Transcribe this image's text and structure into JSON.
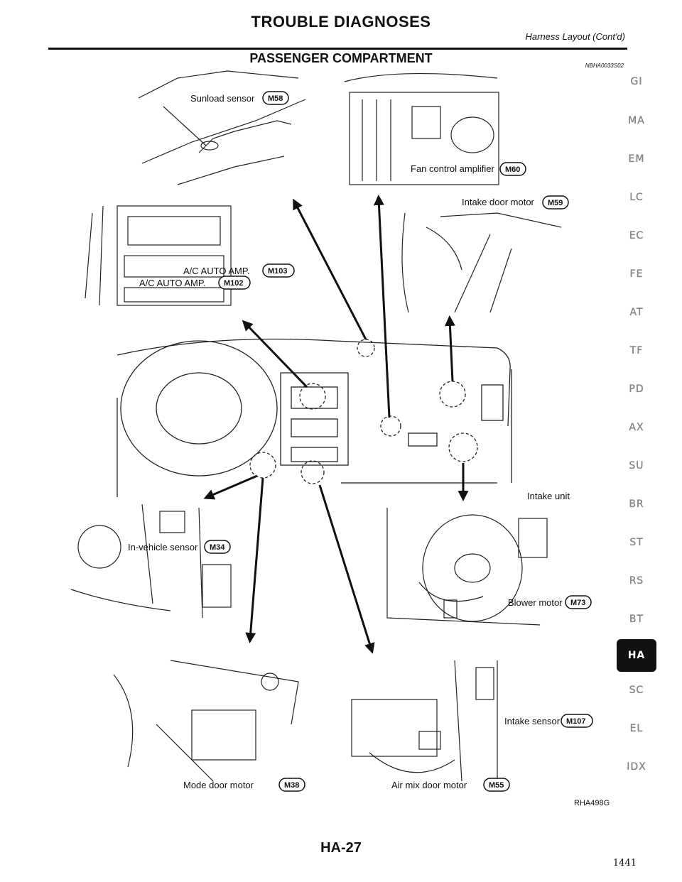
{
  "header": {
    "title": "TROUBLE DIAGNOSES",
    "subtitle": "Harness Layout (Cont'd)"
  },
  "section": {
    "title": "PASSENGER COMPARTMENT",
    "code": "NBHA0033S02"
  },
  "components": [
    {
      "label": "Sunload sensor",
      "connector": "M58"
    },
    {
      "label": "Fan control amplifier",
      "connector": "M60"
    },
    {
      "label": "Intake door motor",
      "connector": "M59"
    },
    {
      "label": "A/C AUTO AMP.",
      "connector": "M103"
    },
    {
      "label": "A/C AUTO AMP.",
      "connector": "M102"
    },
    {
      "label": "In-vehicle sensor",
      "connector": "M34"
    },
    {
      "label": "Intake unit",
      "connector": ""
    },
    {
      "label": "Blower motor",
      "connector": "M73"
    },
    {
      "label": "Intake sensor",
      "connector": "M107"
    },
    {
      "label": "Mode door motor",
      "connector": "M38"
    },
    {
      "label": "Air mix door motor",
      "connector": "M55"
    }
  ],
  "side_tabs": [
    "GI",
    "MA",
    "EM",
    "LC",
    "EC",
    "FE",
    "AT",
    "TF",
    "PD",
    "AX",
    "SU",
    "BR",
    "ST",
    "RS",
    "BT",
    "HA",
    "SC",
    "EL",
    "IDX"
  ],
  "active_tab": "HA",
  "figure_code": "RHA498G",
  "footer": {
    "page_label": "HA-27",
    "page_number": "1441"
  }
}
